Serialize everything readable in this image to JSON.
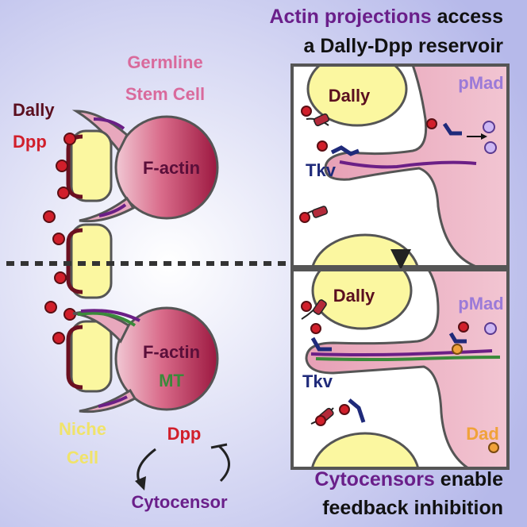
{
  "header": {
    "line1_highlight": "Actin projections",
    "line1_rest": " access",
    "line2": "a Dally-Dpp reservoir"
  },
  "left_panel": {
    "germline_line1": "Germline",
    "germline_line2": "Stem Cell",
    "dally": "Dally",
    "dpp": "Dpp",
    "factin_top": "F-actin",
    "factin_bottom": "F-actin",
    "mt": "MT",
    "niche_line1": "Niche",
    "niche_line2": "Cell"
  },
  "right_top": {
    "dally": "Dally",
    "pmad": "pMad",
    "tkv": "Tkv"
  },
  "right_bottom": {
    "dally": "Dally",
    "pmad": "pMad",
    "tkv": "Tkv",
    "dad": "Dad"
  },
  "feedback": {
    "dpp": "Dpp",
    "cytocensor": "Cytocensor"
  },
  "footer": {
    "line1_highlight": "Cytocensors",
    "line1_rest": " enable",
    "line2": "feedback inhibition"
  },
  "colors": {
    "dally_dark": "#6b1020",
    "dpp_red": "#d11f2b",
    "niche_yellow": "#fbf7a0",
    "gsc_pink": "#c63a5f",
    "actin_purple": "#6b1f86",
    "mt_green": "#3a8a3a",
    "tkv_blue": "#1f2a7a",
    "pmad_lavender": "#b59bf0",
    "dad_orange": "#f0a23a",
    "title_purple": "#6a1f8a"
  }
}
